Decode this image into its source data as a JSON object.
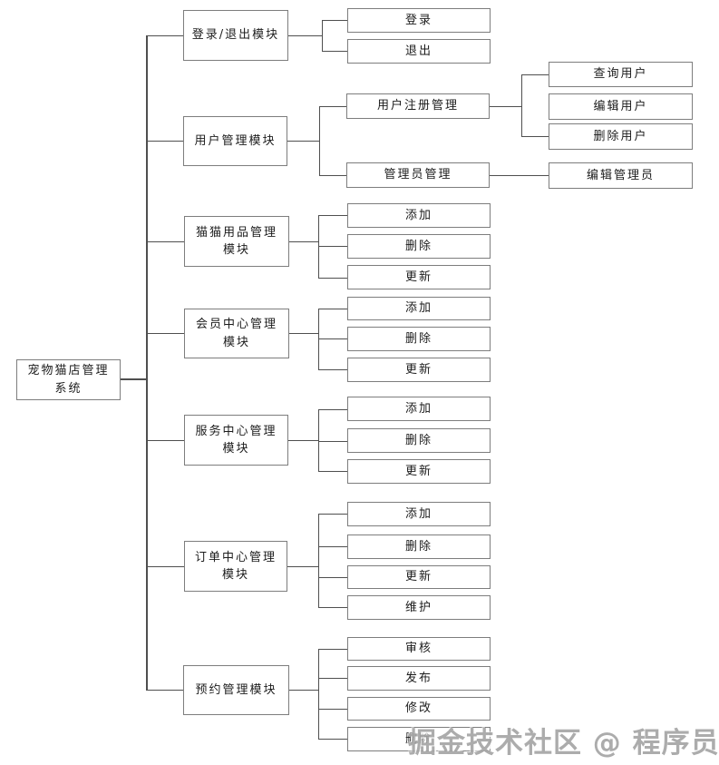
{
  "diagram": {
    "root": {
      "label": "宠物猫店管理\n系统"
    },
    "modules": [
      {
        "label": "登录/退出模块",
        "children": [
          {
            "label": "登录"
          },
          {
            "label": "退出"
          }
        ]
      },
      {
        "label": "用户管理模块",
        "children": [
          {
            "label": "用户注册管理",
            "children": [
              {
                "label": "查询用户"
              },
              {
                "label": "编辑用户"
              },
              {
                "label": "删除用户"
              }
            ]
          },
          {
            "label": "管理员管理",
            "children": [
              {
                "label": "编辑管理员"
              }
            ]
          }
        ]
      },
      {
        "label": "猫猫用品管理\n模块",
        "children": [
          {
            "label": "添加"
          },
          {
            "label": "删除"
          },
          {
            "label": "更新"
          }
        ]
      },
      {
        "label": "会员中心管理\n模块",
        "children": [
          {
            "label": "添加"
          },
          {
            "label": "删除"
          },
          {
            "label": "更新"
          }
        ]
      },
      {
        "label": "服务中心管理\n模块",
        "children": [
          {
            "label": "添加"
          },
          {
            "label": "删除"
          },
          {
            "label": "更新"
          }
        ]
      },
      {
        "label": "订单中心管理\n模块",
        "children": [
          {
            "label": "添加"
          },
          {
            "label": "删除"
          },
          {
            "label": "更新"
          },
          {
            "label": "维护"
          }
        ]
      },
      {
        "label": "预约管理模块",
        "children": [
          {
            "label": "审核"
          },
          {
            "label": "发布"
          },
          {
            "label": "修改"
          },
          {
            "label": "删除"
          }
        ]
      }
    ]
  },
  "watermark": {
    "text": "掘金技术社区 @ 程序员小奕"
  },
  "colors": {
    "box_border": "#7d7d7d",
    "connector": "#4f4f4f",
    "text": "#1c1c1c",
    "watermark_text": "#a5a5a5",
    "background": "#ffffff"
  }
}
